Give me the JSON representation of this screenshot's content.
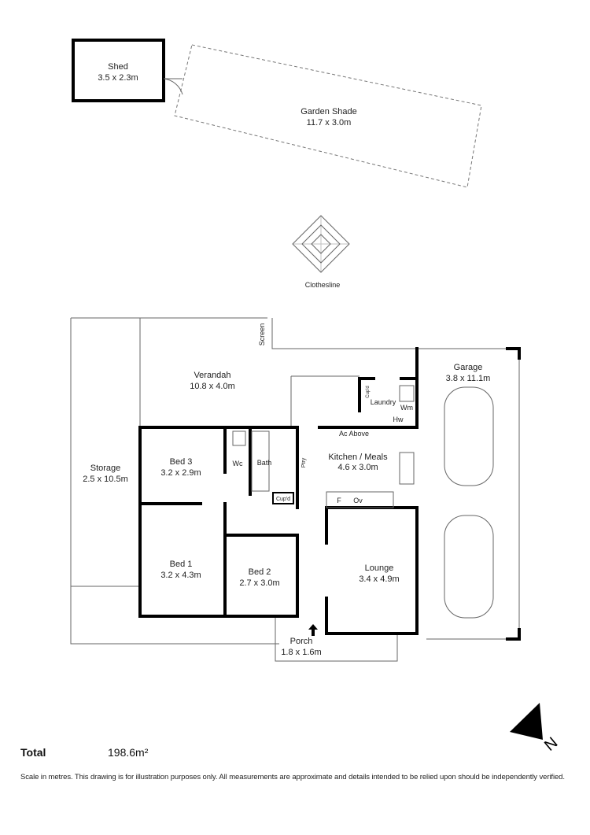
{
  "rooms": {
    "shed": {
      "name": "Shed",
      "size": "3.5 x 2.3m"
    },
    "garden_shade": {
      "name": "Garden Shade",
      "size": "11.7 x 3.0m"
    },
    "clothesline": {
      "name": "Clothesline"
    },
    "verandah": {
      "name": "Verandah",
      "size": "10.8 x 4.0m"
    },
    "storage": {
      "name": "Storage",
      "size": "2.5 x 10.5m"
    },
    "garage": {
      "name": "Garage",
      "size": "3.8 x 11.1m"
    },
    "bed3": {
      "name": "Bed 3",
      "size": "3.2 x 2.9m"
    },
    "kitchen": {
      "name": "Kitchen / Meals",
      "size": "4.6 x 3.0m"
    },
    "bed1": {
      "name": "Bed 1",
      "size": "3.2 x 4.3m"
    },
    "bed2": {
      "name": "Bed 2",
      "size": "2.7 x 3.0m"
    },
    "lounge": {
      "name": "Lounge",
      "size": "3.4 x 4.9m"
    },
    "porch": {
      "name": "Porch",
      "size": "1.8 x 1.6m"
    }
  },
  "fixtures": {
    "screen": "Screen",
    "laundry": "Laundry",
    "cupd_laundry": "Cup'd",
    "wm": "Wm",
    "hw": "Hw",
    "ac": "Ac Above",
    "wc": "Wc",
    "bath": "Bath",
    "ptry": "Ptry",
    "cupd": "Cup'd",
    "fridge": "F",
    "oven": "Ov"
  },
  "compass": {
    "label": "N"
  },
  "summary": {
    "total_label": "Total",
    "total_area": "198.6m²"
  },
  "disclaimer": "Scale in metres. This drawing is for illustration purposes only. All measurements are approximate and details intended to be relied upon should be independently verified."
}
